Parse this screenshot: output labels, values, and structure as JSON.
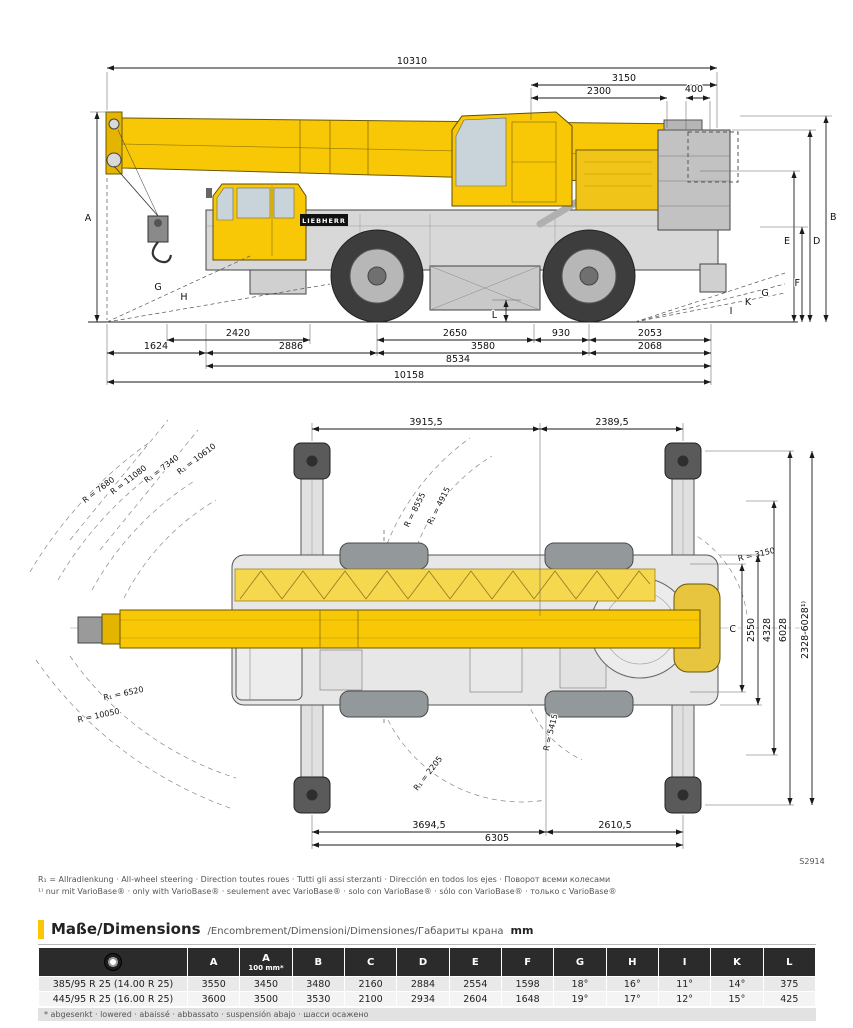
{
  "brand": "LIEBHERR",
  "side_view": {
    "dim_10310": "10310",
    "dim_3150": "3150",
    "dim_2300": "2300",
    "dim_400": "400",
    "label_a": "A",
    "label_b": "B",
    "label_d": "D",
    "label_e": "E",
    "label_f": "F",
    "label_g_front": "G",
    "label_h": "H",
    "label_l": "L",
    "label_i": "I",
    "label_k": "K",
    "label_g_rear": "G",
    "dim_2420": "2420",
    "dim_2650": "2650",
    "dim_930": "930",
    "dim_2053": "2053",
    "dim_1624": "1624",
    "dim_2886": "2886",
    "dim_3580": "3580",
    "dim_2068": "2068",
    "dim_8534": "8534",
    "dim_10158": "10158"
  },
  "top_view": {
    "dim_3915": "3915,5",
    "dim_2389": "2389,5",
    "r10610": "R₁ = 10610",
    "r7340": "R₁ = 7340",
    "r11080": "R = 11080",
    "r7680": "R = 7680",
    "r8555": "R = 8555",
    "r4915": "R₁ = 4915",
    "r3150": "R = 3150",
    "r6520": "R₁ = 6520",
    "r10050": "R = 10050",
    "r2205": "R₁ = 2205",
    "r5415": "R = 5415",
    "dim_2550": "2550",
    "dim_4328": "4328",
    "dim_6028": "6028",
    "dim_vario": "2328-6028¹⁾",
    "label_c": "C",
    "dim_3694": "3694,5",
    "dim_2610": "2610,5",
    "dim_6305": "6305",
    "drawing_no": "S2914"
  },
  "notes": {
    "all_wheel": "R₁ = Allradlenkung · All-wheel steering · Direction toutes roues · Tutti gli assi sterzanti · Dirección en todos los ejes · Поворот всеми колесами",
    "variobase": "¹⁾ nur mit VarioBase® · only with VarioBase® · seulement avec VarioBase® · solo con VarioBase® · sólo con VarioBase® · только с VarioBase®"
  },
  "table": {
    "title_bold": "Maße/Dimensions",
    "title_langs": "/Encombrement/Dimensioni/Dimensiones/Габариты крана",
    "title_unit": "mm",
    "columns": [
      "A",
      "A",
      "B",
      "C",
      "D",
      "E",
      "F",
      "G",
      "H",
      "I",
      "K",
      "L"
    ],
    "col_a_sub": "100 mm*",
    "rows": [
      {
        "tire": "385/95 R 25 (14.00 R 25)",
        "values": [
          "3550",
          "3450",
          "3480",
          "2160",
          "2884",
          "2554",
          "1598",
          "18°",
          "16°",
          "11°",
          "14°",
          "375"
        ]
      },
      {
        "tire": "445/95 R 25 (16.00 R 25)",
        "values": [
          "3600",
          "3500",
          "3530",
          "2100",
          "2934",
          "2604",
          "1648",
          "19°",
          "17°",
          "12°",
          "15°",
          "425"
        ]
      }
    ],
    "footnote": "* abgesenkt · lowered · abaissé · abbassato · suspensión abajo · шасси осажено"
  }
}
